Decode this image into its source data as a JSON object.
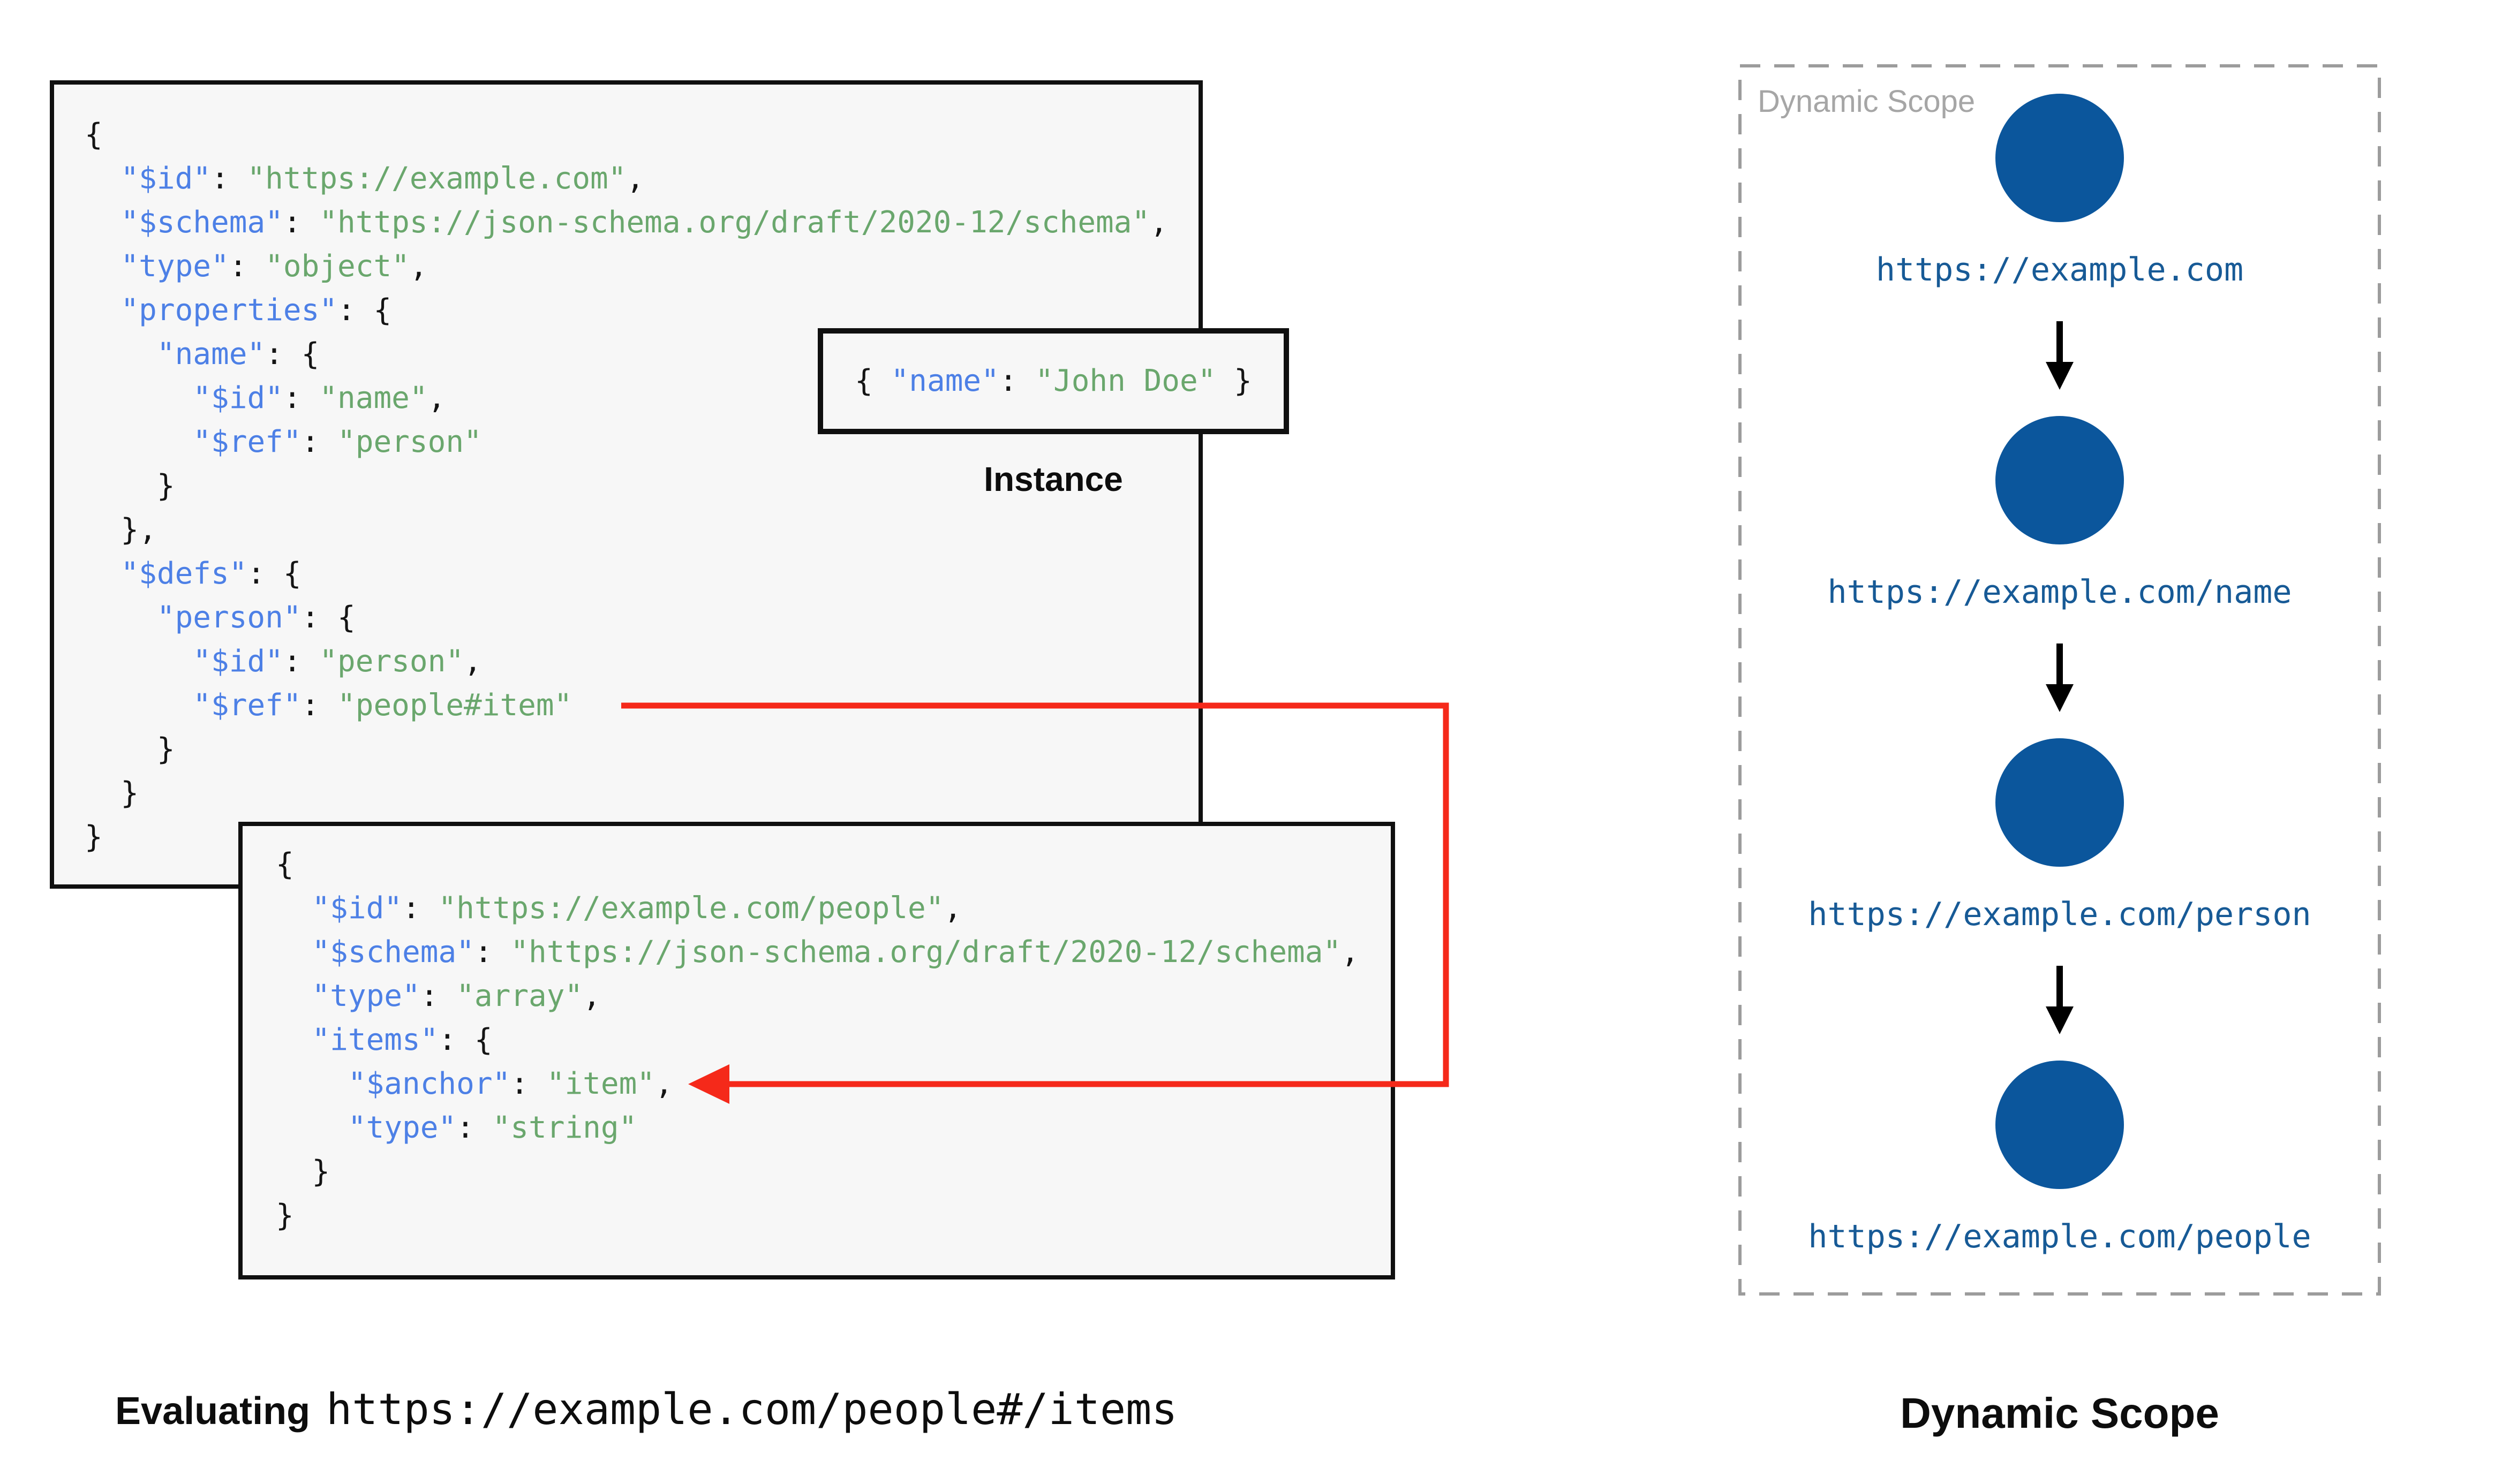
{
  "main_schema": {
    "lines": [
      [
        {
          "c": "p",
          "t": "{"
        }
      ],
      [
        {
          "c": "p",
          "t": "  "
        },
        {
          "c": "k",
          "t": "\"$id\""
        },
        {
          "c": "p",
          "t": ": "
        },
        {
          "c": "s",
          "t": "\"https://example.com\""
        },
        {
          "c": "p",
          "t": ","
        }
      ],
      [
        {
          "c": "p",
          "t": "  "
        },
        {
          "c": "k",
          "t": "\"$schema\""
        },
        {
          "c": "p",
          "t": ": "
        },
        {
          "c": "s",
          "t": "\"https://json-schema.org/draft/2020-12/schema\""
        },
        {
          "c": "p",
          "t": ","
        }
      ],
      [
        {
          "c": "p",
          "t": "  "
        },
        {
          "c": "k",
          "t": "\"type\""
        },
        {
          "c": "p",
          "t": ": "
        },
        {
          "c": "s",
          "t": "\"object\""
        },
        {
          "c": "p",
          "t": ","
        }
      ],
      [
        {
          "c": "p",
          "t": "  "
        },
        {
          "c": "k",
          "t": "\"properties\""
        },
        {
          "c": "p",
          "t": ": {"
        }
      ],
      [
        {
          "c": "p",
          "t": "    "
        },
        {
          "c": "k",
          "t": "\"name\""
        },
        {
          "c": "p",
          "t": ": {"
        }
      ],
      [
        {
          "c": "p",
          "t": "      "
        },
        {
          "c": "k",
          "t": "\"$id\""
        },
        {
          "c": "p",
          "t": ": "
        },
        {
          "c": "s",
          "t": "\"name\""
        },
        {
          "c": "p",
          "t": ","
        }
      ],
      [
        {
          "c": "p",
          "t": "      "
        },
        {
          "c": "k",
          "t": "\"$ref\""
        },
        {
          "c": "p",
          "t": ": "
        },
        {
          "c": "s",
          "t": "\"person\""
        }
      ],
      [
        {
          "c": "p",
          "t": "    }"
        }
      ],
      [
        {
          "c": "p",
          "t": "  },"
        }
      ],
      [
        {
          "c": "p",
          "t": "  "
        },
        {
          "c": "k",
          "t": "\"$defs\""
        },
        {
          "c": "p",
          "t": ": {"
        }
      ],
      [
        {
          "c": "p",
          "t": "    "
        },
        {
          "c": "k",
          "t": "\"person\""
        },
        {
          "c": "p",
          "t": ": {"
        }
      ],
      [
        {
          "c": "p",
          "t": "      "
        },
        {
          "c": "k",
          "t": "\"$id\""
        },
        {
          "c": "p",
          "t": ": "
        },
        {
          "c": "s",
          "t": "\"person\""
        },
        {
          "c": "p",
          "t": ","
        }
      ],
      [
        {
          "c": "p",
          "t": "      "
        },
        {
          "c": "k",
          "t": "\"$ref\""
        },
        {
          "c": "p",
          "t": ": "
        },
        {
          "c": "s",
          "t": "\"people#item\""
        }
      ],
      [
        {
          "c": "p",
          "t": "    }"
        }
      ],
      [
        {
          "c": "p",
          "t": "  }"
        }
      ],
      [
        {
          "c": "p",
          "t": "}"
        }
      ]
    ]
  },
  "people_schema": {
    "lines": [
      [
        {
          "c": "p",
          "t": "{"
        }
      ],
      [
        {
          "c": "p",
          "t": "  "
        },
        {
          "c": "k",
          "t": "\"$id\""
        },
        {
          "c": "p",
          "t": ": "
        },
        {
          "c": "s",
          "t": "\"https://example.com/people\""
        },
        {
          "c": "p",
          "t": ","
        }
      ],
      [
        {
          "c": "p",
          "t": "  "
        },
        {
          "c": "k",
          "t": "\"$schema\""
        },
        {
          "c": "p",
          "t": ": "
        },
        {
          "c": "s",
          "t": "\"https://json-schema.org/draft/2020-12/schema\""
        },
        {
          "c": "p",
          "t": ","
        }
      ],
      [
        {
          "c": "p",
          "t": "  "
        },
        {
          "c": "k",
          "t": "\"type\""
        },
        {
          "c": "p",
          "t": ": "
        },
        {
          "c": "s",
          "t": "\"array\""
        },
        {
          "c": "p",
          "t": ","
        }
      ],
      [
        {
          "c": "p",
          "t": "  "
        },
        {
          "c": "k",
          "t": "\"items\""
        },
        {
          "c": "p",
          "t": ": {"
        }
      ],
      [
        {
          "c": "p",
          "t": "    "
        },
        {
          "c": "k",
          "t": "\"$anchor\""
        },
        {
          "c": "p",
          "t": ": "
        },
        {
          "c": "s",
          "t": "\"item\""
        },
        {
          "c": "p",
          "t": ","
        }
      ],
      [
        {
          "c": "p",
          "t": "    "
        },
        {
          "c": "k",
          "t": "\"type\""
        },
        {
          "c": "p",
          "t": ": "
        },
        {
          "c": "s",
          "t": "\"string\""
        }
      ],
      [
        {
          "c": "p",
          "t": "  }"
        }
      ],
      [
        {
          "c": "p",
          "t": "}"
        }
      ]
    ]
  },
  "instance": {
    "label": "Instance",
    "tokens": [
      {
        "c": "p",
        "t": "{ "
      },
      {
        "c": "k",
        "t": "\"name\""
      },
      {
        "c": "p",
        "t": ": "
      },
      {
        "c": "s",
        "t": "\"John Doe\""
      },
      {
        "c": "p",
        "t": " }"
      }
    ]
  },
  "dynamic_scope": {
    "watermark": "Dynamic Scope",
    "caption": "Dynamic Scope",
    "nodes": [
      "https://example.com",
      "https://example.com/name",
      "https://example.com/person",
      "https://example.com/people"
    ]
  },
  "evaluating": {
    "prefix": "Evaluating",
    "uri": "https://example.com/people#/items"
  },
  "colors": {
    "key_blue": "#4d80e6",
    "string_green": "#6aa76d",
    "node_blue": "#0b569c",
    "node_label_blue": "#175a96",
    "ref_arrow_red": "#f5291a",
    "code_background": "#f7f7f7",
    "dashed_border_gray": "#9c9c9c"
  }
}
